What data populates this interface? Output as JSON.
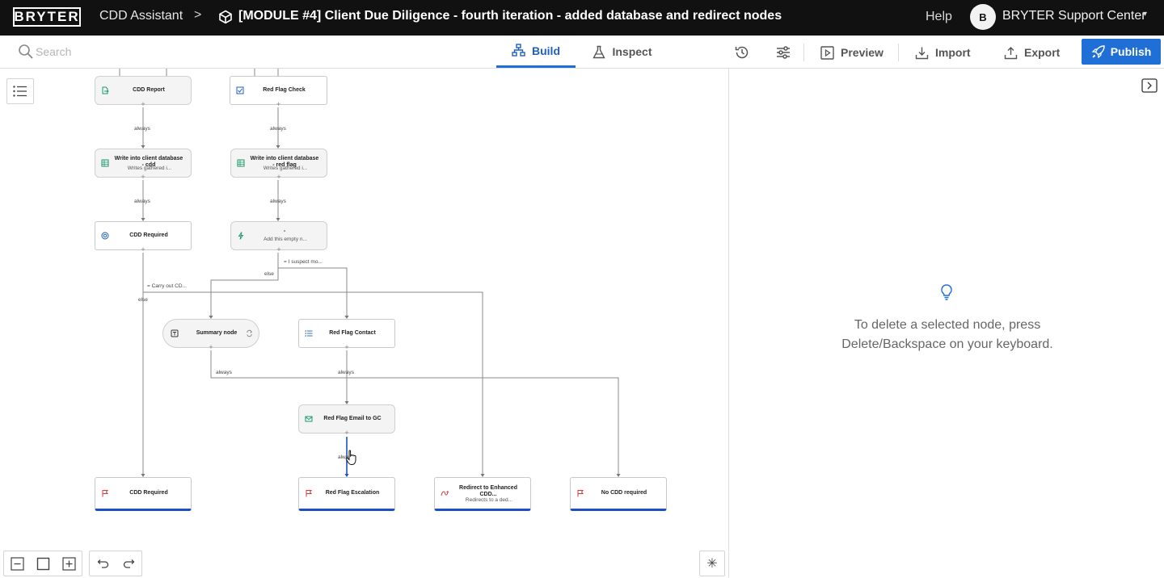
{
  "header": {
    "logo": "BRYTER",
    "breadcrumb_app": "CDD Assistant",
    "breadcrumb_sep": ">",
    "module_title": "[MODULE #4] Client Due Diligence - fourth iteration - added database and redirect nodes",
    "help_label": "Help",
    "avatar_initial": "B",
    "account_name": "BRYTER Support Center",
    "account_caret": "▾"
  },
  "toolbar": {
    "search_placeholder": "Search",
    "tabs": [
      {
        "label": "Build",
        "active": true
      },
      {
        "label": "Inspect",
        "active": false
      }
    ],
    "preview_label": "Preview",
    "import_label": "Import",
    "export_label": "Export",
    "publish_label": "Publish",
    "accent_color": "#1f6fd6"
  },
  "canvas": {
    "nodes": {
      "cdd_report": {
        "title": "CDD Report"
      },
      "red_flag_check": {
        "title": "Red Flag Check"
      },
      "write_cdd": {
        "title": "Write into client database - cdd",
        "subtitle": "Writes gathered i..."
      },
      "write_red_flag": {
        "title": "Write into client database - red flag",
        "subtitle": "Writes gathered i..."
      },
      "cdd_required_top": {
        "title": "CDD Required"
      },
      "empty_node": {
        "title": "-",
        "subtitle": "Add this empty n..."
      },
      "summary_node": {
        "title": "Summary node"
      },
      "red_flag_contact": {
        "title": "Red Flag Contact"
      },
      "red_flag_email": {
        "title": "Red Flag Email to GC"
      },
      "cdd_required_end": {
        "title": "CDD Required"
      },
      "red_flag_escalation": {
        "title": "Red Flag Escalation"
      },
      "redirect_enhanced": {
        "title": "Redirect to Enhanced CDD...",
        "subtitle": "Redirects to a ded..."
      },
      "no_cdd_required": {
        "title": "No CDD required"
      }
    },
    "edge_labels": {
      "always_1": "always",
      "always_2": "always",
      "always_3": "always",
      "always_4": "always",
      "suspect": "= I suspect mo...",
      "else_1": "else",
      "carry_out": "= Carry out CD...",
      "else_2": "else",
      "always_5": "always",
      "always_6": "always",
      "always_7": "always"
    },
    "plus_symbol": "+",
    "asterisk_symbol": "✳"
  },
  "panel": {
    "tip_text": "To delete a selected node, press Delete/Backspace on your keyboard."
  }
}
